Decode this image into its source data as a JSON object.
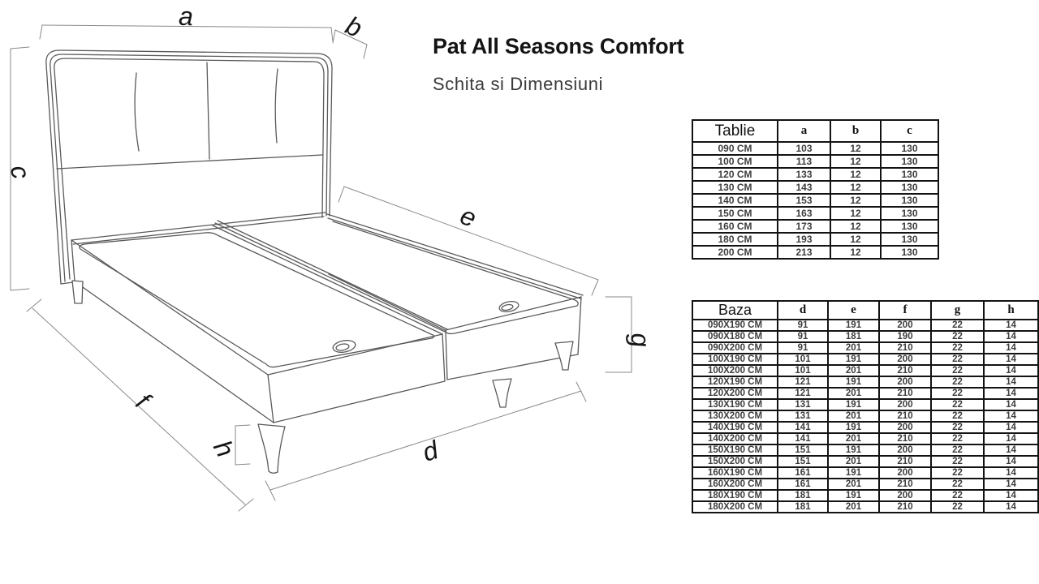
{
  "header": {
    "title": "Pat All Seasons Comfort",
    "subtitle": "Schita si Dimensiuni"
  },
  "diagram": {
    "description": "perspective line drawing of bed headboard and two-piece base with dimension markers",
    "labels": {
      "a": "a",
      "b": "b",
      "c": "c",
      "d": "d",
      "e": "e",
      "f": "f",
      "g": "g",
      "h": "h"
    }
  },
  "tables": {
    "tablie": {
      "headers": [
        "Tablie",
        "a",
        "b",
        "c"
      ],
      "rows": [
        [
          "090 CM",
          "103",
          "12",
          "130"
        ],
        [
          "100 CM",
          "113",
          "12",
          "130"
        ],
        [
          "120 CM",
          "133",
          "12",
          "130"
        ],
        [
          "130 CM",
          "143",
          "12",
          "130"
        ],
        [
          "140 CM",
          "153",
          "12",
          "130"
        ],
        [
          "150 CM",
          "163",
          "12",
          "130"
        ],
        [
          "160 CM",
          "173",
          "12",
          "130"
        ],
        [
          "180 CM",
          "193",
          "12",
          "130"
        ],
        [
          "200 CM",
          "213",
          "12",
          "130"
        ]
      ]
    },
    "baza": {
      "headers": [
        "Baza",
        "d",
        "e",
        "f",
        "g",
        "h"
      ],
      "rows": [
        [
          "090X190 CM",
          "91",
          "191",
          "200",
          "22",
          "14"
        ],
        [
          "090X180 CM",
          "91",
          "181",
          "190",
          "22",
          "14"
        ],
        [
          "090X200 CM",
          "91",
          "201",
          "210",
          "22",
          "14"
        ],
        [
          "100X190 CM",
          "101",
          "191",
          "200",
          "22",
          "14"
        ],
        [
          "100X200 CM",
          "101",
          "201",
          "210",
          "22",
          "14"
        ],
        [
          "120X190 CM",
          "121",
          "191",
          "200",
          "22",
          "14"
        ],
        [
          "120X200 CM",
          "121",
          "201",
          "210",
          "22",
          "14"
        ],
        [
          "130X190 CM",
          "131",
          "191",
          "200",
          "22",
          "14"
        ],
        [
          "130X200 CM",
          "131",
          "201",
          "210",
          "22",
          "14"
        ],
        [
          "140X190 CM",
          "141",
          "191",
          "200",
          "22",
          "14"
        ],
        [
          "140X200 CM",
          "141",
          "201",
          "210",
          "22",
          "14"
        ],
        [
          "150X190 CM",
          "151",
          "191",
          "200",
          "22",
          "14"
        ],
        [
          "150X200 CM",
          "151",
          "201",
          "210",
          "22",
          "14"
        ],
        [
          "160X190 CM",
          "161",
          "191",
          "200",
          "22",
          "14"
        ],
        [
          "160X200 CM",
          "161",
          "201",
          "210",
          "22",
          "14"
        ],
        [
          "180X190 CM",
          "181",
          "191",
          "200",
          "22",
          "14"
        ],
        [
          "180X200 CM",
          "181",
          "201",
          "210",
          "22",
          "14"
        ]
      ]
    }
  },
  "colors": {
    "drawing_line": "#5a5a5a",
    "dimension_line": "#8a8a8a",
    "label_text": "#161616",
    "table_border": "#131313",
    "table_text": "#3d3d3d",
    "title_text": "#141414"
  }
}
